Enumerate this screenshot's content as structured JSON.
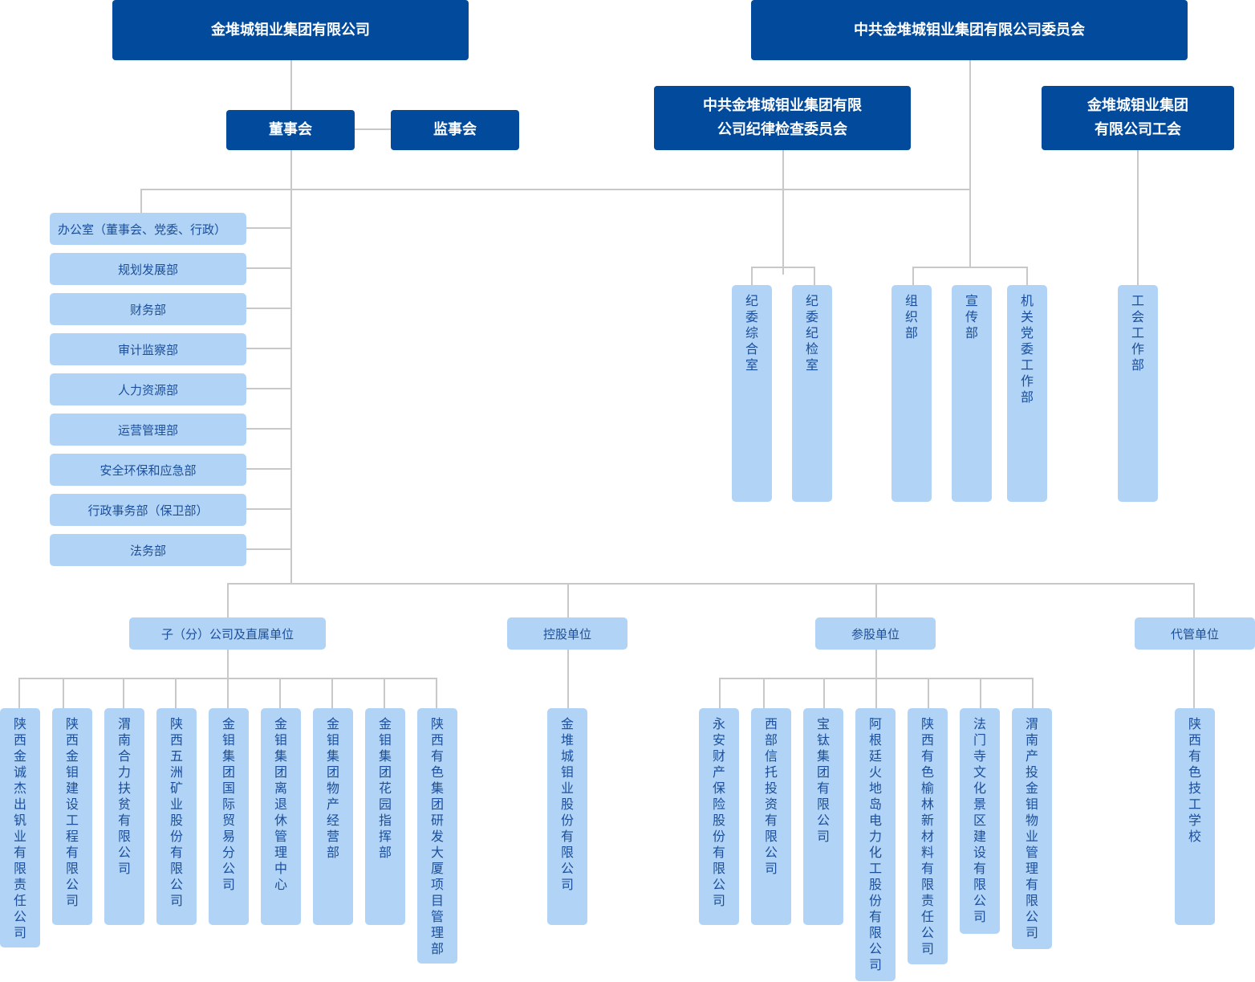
{
  "top": {
    "company": "金堆城钼业集团有限公司",
    "party_committee": "中共金堆城钼业集团有限公司委员会"
  },
  "governance": {
    "board": "董事会",
    "supervisory_board": "监事会"
  },
  "party_bodies": {
    "discipline_committee_line1": "中共金堆城钼业集团有限",
    "discipline_committee_line2": "公司纪律检查委员会",
    "union_line1": "金堆城钼业集团",
    "union_line2": "有限公司工会"
  },
  "departments": [
    "办公室（董事会、党委、行政）",
    "规划发展部",
    "财务部",
    "审计监察部",
    "人力资源部",
    "运营管理部",
    "安全环保和应急部",
    "行政事务部（保卫部）",
    "法务部"
  ],
  "discipline_units": [
    "纪委综合室",
    "纪委纪检室"
  ],
  "party_units": [
    "组织部",
    "宣传部",
    "机关党委工作部"
  ],
  "union_units": [
    "工会工作部"
  ],
  "categories": [
    {
      "label": "子（分）公司及直属单位",
      "units": [
        "陕西金诚杰出钒业有限责任公司",
        "陕西金钼建设工程有限公司",
        "渭南合力扶贫有限公司",
        "陕西五洲矿业股份有限公司",
        "金钼集团国际贸易分公司",
        "金钼集团离退休管理中心",
        "金钼集团物产经营部",
        "金钼集团花园指挥部",
        "陕西有色集团研发大厦项目管理部"
      ]
    },
    {
      "label": "控股单位",
      "units": [
        "金堆城钼业股份有限公司"
      ]
    },
    {
      "label": "参股单位",
      "units": [
        "永安财产保险股份有限公司",
        "西部信托投资有限公司",
        "宝钛集团有限公司",
        "阿根廷火地岛电力化工股份有限公司",
        "陕西有色榆林新材料有限责任公司",
        "法门寺文化景区建设有限公司",
        "渭南产投金钼物业管理有限公司"
      ]
    },
    {
      "label": "代管单位",
      "units": [
        "陕西有色技工学校"
      ]
    }
  ],
  "colors": {
    "dark_box": "#014a9c",
    "light_box": "#b1d3f6",
    "light_text": "#1b4f9b",
    "connector": "#c8c8c8"
  }
}
